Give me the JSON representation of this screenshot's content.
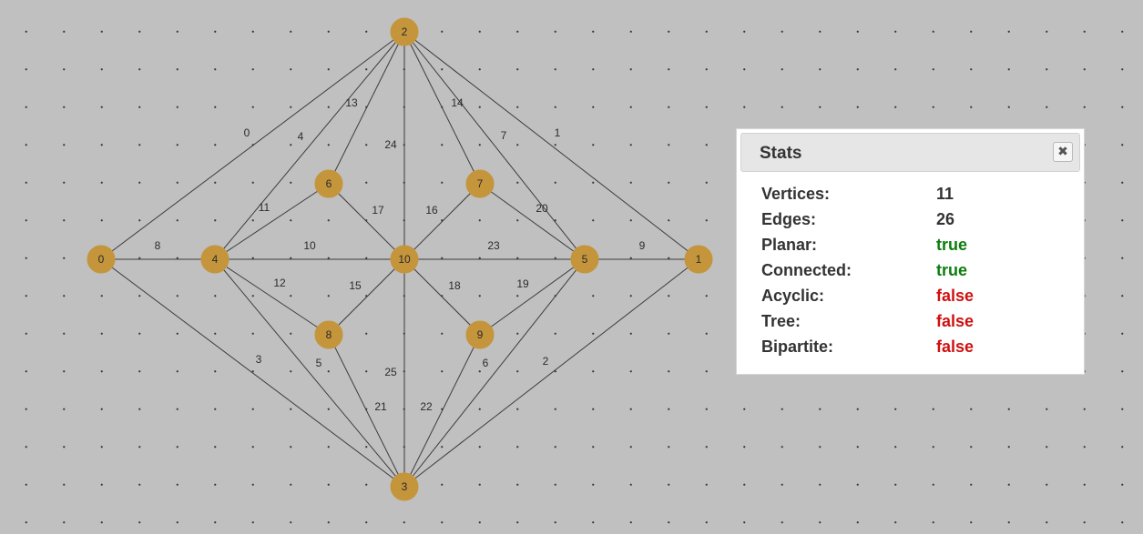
{
  "graph": {
    "vertices": [
      "0",
      "1",
      "2",
      "3",
      "4",
      "5",
      "6",
      "7",
      "8",
      "9",
      "10"
    ],
    "edges": [
      {
        "label": "0",
        "from": "0",
        "to": "2"
      },
      {
        "label": "1",
        "from": "2",
        "to": "1"
      },
      {
        "label": "2",
        "from": "1",
        "to": "3"
      },
      {
        "label": "3",
        "from": "0",
        "to": "3"
      },
      {
        "label": "4",
        "from": "2",
        "to": "4"
      },
      {
        "label": "5",
        "from": "4",
        "to": "3"
      },
      {
        "label": "6",
        "from": "5",
        "to": "3"
      },
      {
        "label": "7",
        "from": "2",
        "to": "5"
      },
      {
        "label": "8",
        "from": "0",
        "to": "4"
      },
      {
        "label": "9",
        "from": "5",
        "to": "1"
      },
      {
        "label": "10",
        "from": "4",
        "to": "10"
      },
      {
        "label": "11",
        "from": "4",
        "to": "6"
      },
      {
        "label": "12",
        "from": "4",
        "to": "8"
      },
      {
        "label": "13",
        "from": "2",
        "to": "6"
      },
      {
        "label": "14",
        "from": "2",
        "to": "7"
      },
      {
        "label": "15",
        "from": "8",
        "to": "10"
      },
      {
        "label": "16",
        "from": "7",
        "to": "10"
      },
      {
        "label": "17",
        "from": "6",
        "to": "10"
      },
      {
        "label": "18",
        "from": "10",
        "to": "9"
      },
      {
        "label": "19",
        "from": "9",
        "to": "5"
      },
      {
        "label": "20",
        "from": "7",
        "to": "5"
      },
      {
        "label": "21",
        "from": "8",
        "to": "3"
      },
      {
        "label": "22",
        "from": "9",
        "to": "3"
      },
      {
        "label": "23",
        "from": "10",
        "to": "5"
      },
      {
        "label": "24",
        "from": "2",
        "to": "10"
      },
      {
        "label": "25",
        "from": "10",
        "to": "3"
      }
    ]
  },
  "stats": {
    "title": "Stats",
    "close_icon": "close-icon",
    "rows": [
      {
        "label": "Vertices:",
        "value": "11",
        "type": "number"
      },
      {
        "label": "Edges:",
        "value": "26",
        "type": "number"
      },
      {
        "label": "Planar:",
        "value": "true",
        "type": "true"
      },
      {
        "label": "Connected:",
        "value": "true",
        "type": "true"
      },
      {
        "label": "Acyclic:",
        "value": "false",
        "type": "false"
      },
      {
        "label": "Tree:",
        "value": "false",
        "type": "false"
      },
      {
        "label": "Bipartite:",
        "value": "false",
        "type": "false"
      }
    ]
  },
  "colors": {
    "background": "#c0c0c0",
    "vertex": "#c4953b",
    "edge": "#3c3c3c",
    "true": "#0c7d0c",
    "false": "#d01010"
  }
}
